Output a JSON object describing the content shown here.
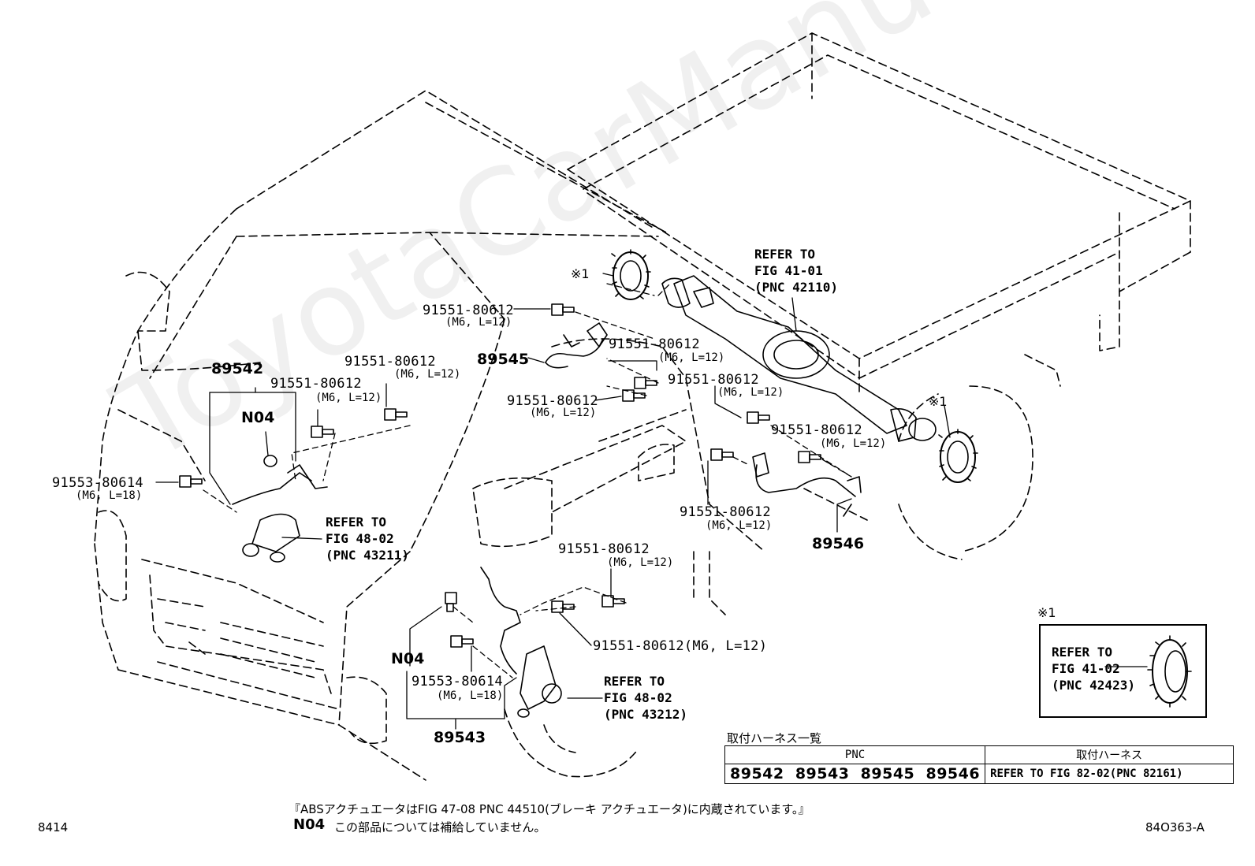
{
  "watermark": "ToyotaCarManual.ru",
  "labels": {
    "p89542": "89542",
    "p89543": "89543",
    "p89545": "89545",
    "p89546": "89546",
    "n04_a": "N04",
    "n04_b": "N04",
    "bolt_1": "91551-80612",
    "bolt_1_spec": "(M6, L=12)",
    "bolt_2": "91551-80612",
    "bolt_2_spec": "(M6, L=12)",
    "bolt_3": "91551-80612",
    "bolt_3_spec": "(M6, L=12)",
    "bolt_4": "91551-80612",
    "bolt_4_spec": "(M6, L=12)",
    "bolt_5": "91551-80612",
    "bolt_5_spec": "(M6, L=12)",
    "bolt_6": "91551-80612",
    "bolt_6_spec": "(M6, L=12)",
    "bolt_7": "91551-80612",
    "bolt_7_spec": "(M6, L=12)",
    "bolt_8": "91551-80612",
    "bolt_8_spec": "(M6, L=12)",
    "bolt_9": "91551-80612",
    "bolt_9_spec": "(M6, L=12)",
    "bolt_10": "91551-80612(M6, L=12)",
    "bolt_11": "91553-80614",
    "bolt_11_spec": "(M6, L=18)",
    "bolt_12": "91553-80614",
    "bolt_12_spec": "(M6, L=18)",
    "ref_4110": [
      "REFER TO",
      "FIG 41-01",
      "(PNC 42110)"
    ],
    "ref_4802a": [
      "REFER TO",
      "FIG 48-02",
      "(PNC 43211)"
    ],
    "ref_4802b": [
      "REFER TO",
      "FIG 48-02",
      "(PNC 43212)"
    ],
    "mark_1a": "※1",
    "mark_1b": "※1"
  },
  "inset": {
    "mark": "※1",
    "ref": [
      "REFER TO",
      "FIG 41-02",
      "(PNC 42423)"
    ]
  },
  "harness_table": {
    "title": "取付ハーネス一覧",
    "headers": [
      "PNC",
      "取付ハーネス"
    ],
    "pnc": "89542  89543  89545  89546",
    "harness": "REFER TO FIG 82-02(PNC 82161)"
  },
  "footer": {
    "note_abs": "『ABSアクチュエータはFIG 47-08 PNC 44510(ブレーキ アクチュエータ)に内蔵されています。』",
    "n04_code": "N04",
    "n04_note": "この部品については補給していません。",
    "page_left": "8414",
    "page_right": "84O363-A"
  }
}
